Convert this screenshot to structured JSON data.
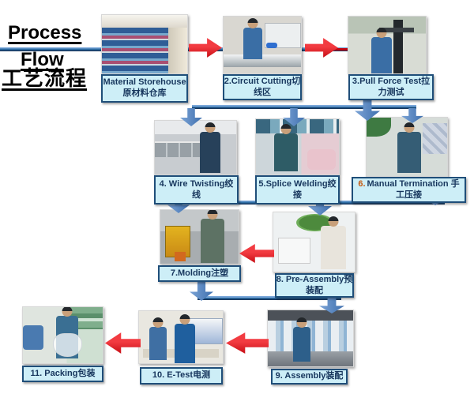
{
  "title": {
    "line1": "Process",
    "line2": "Flow",
    "line3": "工艺流程"
  },
  "steps": [
    {
      "name": "material-storehouse",
      "line1": "Material Storehouse",
      "line2": "原材料仓库"
    },
    {
      "name": "circuit-cutting",
      "line1": "2.Circuit Cutting切",
      "line2": "线区"
    },
    {
      "name": "pull-force-test",
      "line1": "3.Pull Force Test拉",
      "line2": "力测试"
    },
    {
      "name": "wire-twisting",
      "line1": "4. Wire Twisting绞",
      "line2": "线"
    },
    {
      "name": "splice-welding",
      "line1": "5.Splice Welding绞",
      "line2": "接"
    },
    {
      "name": "manual-termination",
      "num": "6.",
      "line1": "Manual Termination  手",
      "line2": "工压接"
    },
    {
      "name": "molding",
      "line1": "7.Molding注塑"
    },
    {
      "name": "pre-assembly",
      "line1": "8. Pre-Assembly预",
      "line2": "装配"
    },
    {
      "name": "assembly",
      "line1": "9. Assembly装配"
    },
    {
      "name": "e-test",
      "line1": "10. E-Test电测"
    },
    {
      "name": "packing",
      "line1": "11. Packing包装"
    }
  ],
  "colors": {
    "arrow_red": "#d6161d",
    "arrow_blue": "#4f81bd",
    "line_blue": "#2e6da4",
    "label_bg": "#cdeef7",
    "label_border": "#1f4e79",
    "label_text": "#17365d",
    "step6_number": "#c55a11"
  }
}
